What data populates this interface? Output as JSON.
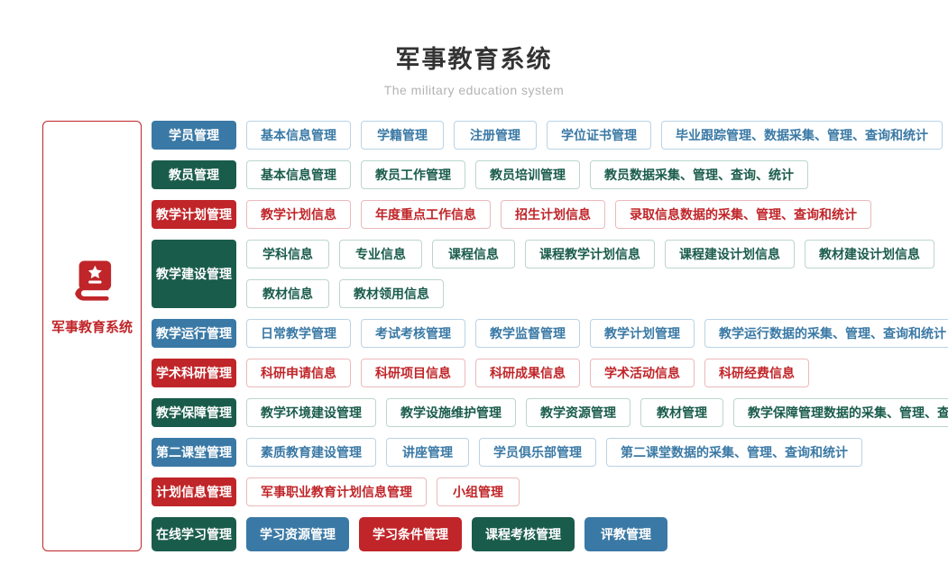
{
  "header": {
    "title": "军事教育系统",
    "subtitle": "The military education system"
  },
  "root": {
    "label": "军事教育系统",
    "icon": "book-star-icon"
  },
  "palette": {
    "blue": {
      "fill": "#3a79a5",
      "border": "#b9d3e6",
      "text": "#3a79a5"
    },
    "green": {
      "fill": "#1a5c4b",
      "border": "#bcd6cd",
      "text": "#1a5c4b"
    },
    "red": {
      "fill": "#c02529",
      "border": "#ecb9bc",
      "text": "#c02529"
    }
  },
  "rows": [
    {
      "parent": {
        "label": "学员管理",
        "color": "blue"
      },
      "lines": [
        [
          {
            "label": "基本信息管理",
            "color": "blue",
            "variant": "outline"
          },
          {
            "label": "学籍管理",
            "color": "blue",
            "variant": "outline"
          },
          {
            "label": "注册管理",
            "color": "blue",
            "variant": "outline"
          },
          {
            "label": "学位证书管理",
            "color": "blue",
            "variant": "outline"
          },
          {
            "label": "毕业跟踪管理、数据采集、管理、查询和统计",
            "color": "blue",
            "variant": "outline"
          }
        ]
      ]
    },
    {
      "parent": {
        "label": "教员管理",
        "color": "green"
      },
      "lines": [
        [
          {
            "label": "基本信息管理",
            "color": "green",
            "variant": "outline"
          },
          {
            "label": "教员工作管理",
            "color": "green",
            "variant": "outline"
          },
          {
            "label": "教员培训管理",
            "color": "green",
            "variant": "outline"
          },
          {
            "label": "教员数据采集、管理、查询、统计",
            "color": "green",
            "variant": "outline"
          }
        ]
      ]
    },
    {
      "parent": {
        "label": "教学计划管理",
        "color": "red"
      },
      "lines": [
        [
          {
            "label": "教学计划信息",
            "color": "red",
            "variant": "outline"
          },
          {
            "label": "年度重点工作信息",
            "color": "red",
            "variant": "outline"
          },
          {
            "label": "招生计划信息",
            "color": "red",
            "variant": "outline"
          },
          {
            "label": "录取信息数据的采集、管理、查询和统计",
            "color": "red",
            "variant": "outline"
          }
        ]
      ]
    },
    {
      "parent": {
        "label": "教学建设管理",
        "color": "green"
      },
      "lines": [
        [
          {
            "label": "学科信息",
            "color": "green",
            "variant": "outline"
          },
          {
            "label": "专业信息",
            "color": "green",
            "variant": "outline"
          },
          {
            "label": "课程信息",
            "color": "green",
            "variant": "outline"
          },
          {
            "label": "课程教学计划信息",
            "color": "green",
            "variant": "outline"
          },
          {
            "label": "课程建设计划信息",
            "color": "green",
            "variant": "outline"
          },
          {
            "label": "教材建设计划信息",
            "color": "green",
            "variant": "outline"
          }
        ],
        [
          {
            "label": "教材信息",
            "color": "green",
            "variant": "outline"
          },
          {
            "label": "教材领用信息",
            "color": "green",
            "variant": "outline"
          }
        ]
      ]
    },
    {
      "parent": {
        "label": "教学运行管理",
        "color": "blue"
      },
      "lines": [
        [
          {
            "label": "日常教学管理",
            "color": "blue",
            "variant": "outline"
          },
          {
            "label": "考试考核管理",
            "color": "blue",
            "variant": "outline"
          },
          {
            "label": "教学监督管理",
            "color": "blue",
            "variant": "outline"
          },
          {
            "label": "教学计划管理",
            "color": "blue",
            "variant": "outline"
          },
          {
            "label": "教学运行数据的采集、管理、查询和统计",
            "color": "blue",
            "variant": "outline"
          }
        ]
      ]
    },
    {
      "parent": {
        "label": "学术科研管理",
        "color": "red"
      },
      "lines": [
        [
          {
            "label": "科研申请信息",
            "color": "red",
            "variant": "outline"
          },
          {
            "label": "科研项目信息",
            "color": "red",
            "variant": "outline"
          },
          {
            "label": "科研成果信息",
            "color": "red",
            "variant": "outline"
          },
          {
            "label": "学术活动信息",
            "color": "red",
            "variant": "outline"
          },
          {
            "label": "科研经费信息",
            "color": "red",
            "variant": "outline"
          }
        ]
      ]
    },
    {
      "parent": {
        "label": "教学保障管理",
        "color": "green"
      },
      "lines": [
        [
          {
            "label": "教学环境建设管理",
            "color": "green",
            "variant": "outline"
          },
          {
            "label": "教学设施维护管理",
            "color": "green",
            "variant": "outline"
          },
          {
            "label": "教学资源管理",
            "color": "green",
            "variant": "outline"
          },
          {
            "label": "教材管理",
            "color": "green",
            "variant": "outline"
          },
          {
            "label": "教学保障管理数据的采集、管理、查询和统计",
            "color": "green",
            "variant": "outline"
          }
        ]
      ]
    },
    {
      "parent": {
        "label": "第二课堂管理",
        "color": "blue"
      },
      "lines": [
        [
          {
            "label": "素质教育建设管理",
            "color": "blue",
            "variant": "outline"
          },
          {
            "label": "讲座管理",
            "color": "blue",
            "variant": "outline"
          },
          {
            "label": "学员俱乐部管理",
            "color": "blue",
            "variant": "outline"
          },
          {
            "label": "第二课堂数据的采集、管理、查询和统计",
            "color": "blue",
            "variant": "outline"
          }
        ]
      ]
    },
    {
      "parent": {
        "label": "计划信息管理",
        "color": "red"
      },
      "lines": [
        [
          {
            "label": "军事职业教育计划信息管理",
            "color": "red",
            "variant": "outline"
          },
          {
            "label": "小组管理",
            "color": "red",
            "variant": "outline"
          }
        ]
      ]
    },
    {
      "parent": {
        "label": "在线学习管理",
        "color": "green"
      },
      "lines": [
        [
          {
            "label": "学习资源管理",
            "color": "blue",
            "variant": "fill"
          },
          {
            "label": "学习条件管理",
            "color": "red",
            "variant": "fill"
          },
          {
            "label": "课程考核管理",
            "color": "green",
            "variant": "fill"
          },
          {
            "label": "评教管理",
            "color": "blue",
            "variant": "fill"
          }
        ]
      ]
    }
  ]
}
